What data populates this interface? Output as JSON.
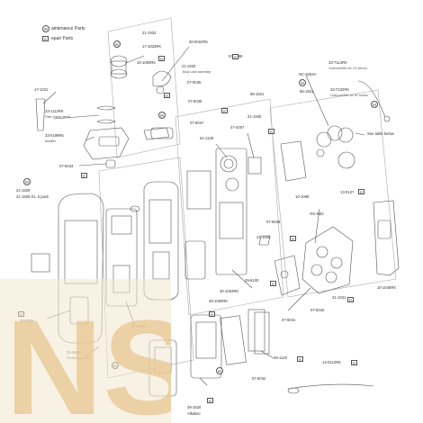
{
  "legend": {
    "maintenance_symbol": "M",
    "maintenance_text": "aintenance Parts",
    "repair_symbol": "R",
    "repair_text": "epair Parts"
  },
  "badges": {
    "m": "M",
    "r": "R"
  },
  "parts": [
    {
      "id": "p1",
      "text": "21-1932"
    },
    {
      "id": "p2",
      "text": "17-1833RK"
    },
    {
      "id": "p3",
      "text": "10-1093RK"
    },
    {
      "id": "p4",
      "text": "30-0022RK"
    },
    {
      "id": "p5",
      "text": "21-1933"
    },
    {
      "id": "p6",
      "text": "07-6035"
    },
    {
      "id": "p7",
      "text": "57-1286"
    },
    {
      "id": "p8",
      "text": "07-6036"
    },
    {
      "id": "p9",
      "text": "17-1031"
    },
    {
      "id": "p10",
      "text": "33-1112RK"
    },
    {
      "id": "p11",
      "text": "33-0199RK"
    },
    {
      "id": "p12",
      "text": "07-6043"
    },
    {
      "id": "p13",
      "text": "07-6037"
    },
    {
      "id": "p14",
      "text": "51-1139"
    },
    {
      "id": "p15",
      "text": "47-4007"
    },
    {
      "id": "p16",
      "text": "21-1930"
    },
    {
      "id": "p17",
      "text": "65-1821"
    },
    {
      "id": "p18",
      "text": "NC-6264A"
    },
    {
      "id": "p19",
      "text": "65-1821"
    },
    {
      "id": "p20",
      "text": "33-7114RK"
    },
    {
      "id": "p21",
      "text": "33-7102RK"
    },
    {
      "id": "p22",
      "text": "See table below"
    },
    {
      "id": "p23",
      "text": "10-1089"
    },
    {
      "id": "p24",
      "text": "13-0127"
    },
    {
      "id": "p25",
      "text": "OS-8M2"
    },
    {
      "id": "p26",
      "text": "07-6039"
    },
    {
      "id": "p27",
      "text": "21-1929"
    },
    {
      "id": "p28",
      "text": "21-1926"
    },
    {
      "id": "p29",
      "text": "21-1925-01, 5 pack"
    },
    {
      "id": "p30",
      "text": "29-6100"
    },
    {
      "id": "p31",
      "text": "30-1054RK"
    },
    {
      "id": "p32",
      "text": "49-1050RK"
    },
    {
      "id": "p33",
      "text": "10-1048RK"
    },
    {
      "id": "p34",
      "text": "21-1931"
    },
    {
      "id": "p35",
      "text": "07-6040"
    },
    {
      "id": "p36",
      "text": "07-6041"
    },
    {
      "id": "p37",
      "text": "20-0325"
    },
    {
      "id": "p38",
      "text": "07-6038"
    },
    {
      "id": "p39",
      "text": "21-1928"
    },
    {
      "id": "p40",
      "text": "49-1120"
    },
    {
      "id": "p41",
      "text": "07-6042"
    },
    {
      "id": "p42",
      "text": "13-0112RK"
    },
    {
      "id": "p43",
      "text": "49-1620"
    },
    {
      "id": "p44",
      "text": "Alkaline"
    }
  ],
  "captions": [
    {
      "id": "c1",
      "text": "Body case assembly"
    },
    {
      "id": "c2",
      "text": "Filter (metal mesh)"
    },
    {
      "id": "c3",
      "text": "Manifier"
    },
    {
      "id": "c4",
      "text": "Charcoal filter for CO sensor"
    },
    {
      "id": "c5",
      "text": "Charcoal filter for H2 sensor"
    },
    {
      "id": "c6",
      "text": "Printed assembly"
    }
  ],
  "watermark": {
    "text": "NS"
  }
}
